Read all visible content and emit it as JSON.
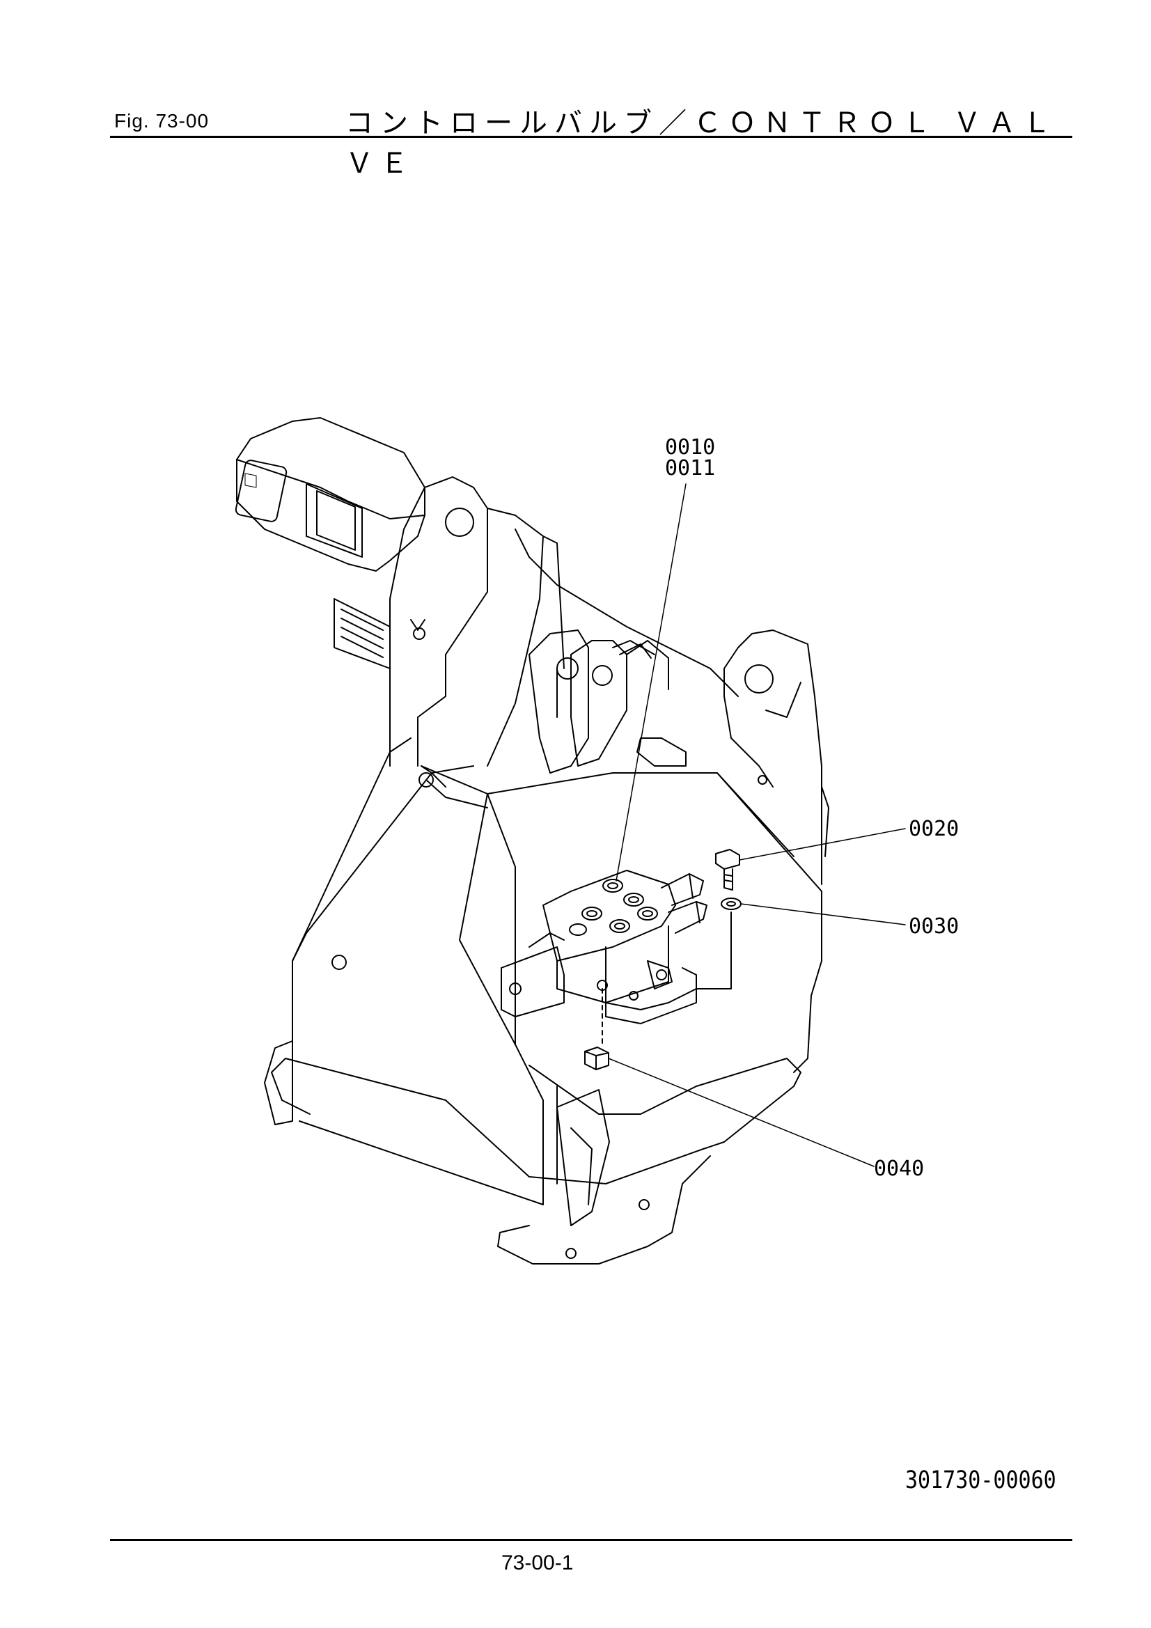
{
  "header": {
    "figure_label": "Fig.  73-00",
    "title": "コントロールバルブ／ＣＯＮＴＲＯＬ  ＶＡＬＶＥ"
  },
  "callouts": [
    {
      "id": "c1",
      "label": "0010"
    },
    {
      "id": "c2",
      "label": "0011"
    },
    {
      "id": "c3",
      "label": "0020"
    },
    {
      "id": "c4",
      "label": "0030"
    },
    {
      "id": "c5",
      "label": "0040"
    }
  ],
  "footer": {
    "drawing_number": "301730-00060",
    "page_number": "73-00-1"
  }
}
